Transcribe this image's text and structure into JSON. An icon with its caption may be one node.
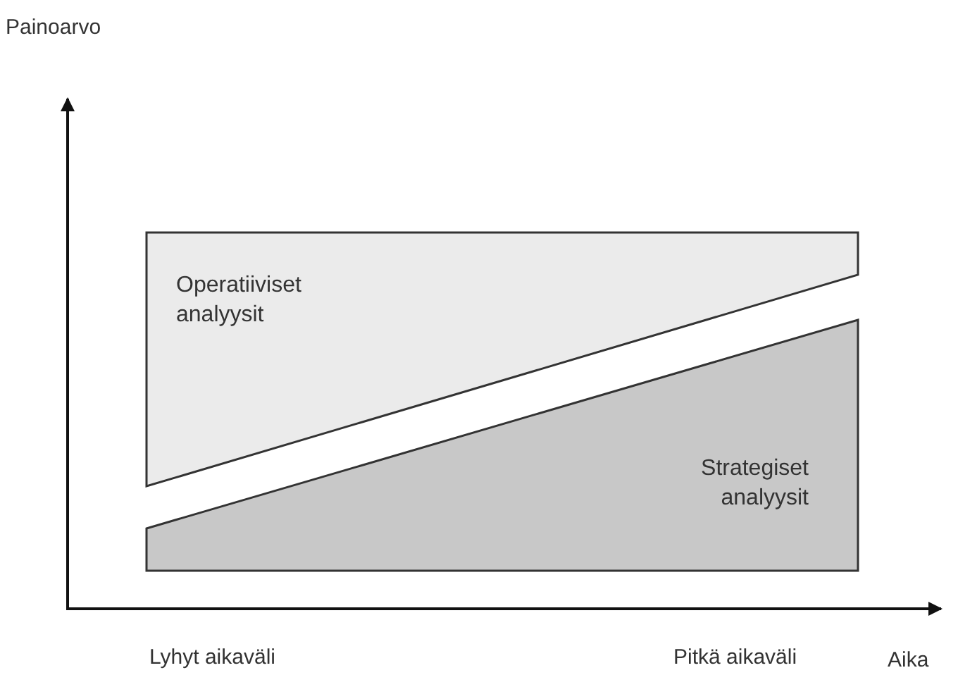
{
  "diagram": {
    "nodes": [
      {
        "text": [
          "Operatiiviset analyysit"
        ]
      },
      {
        "text": [
          "Strategiset analyysit"
        ]
      }
    ],
    "labels": [
      "Painoarvo",
      "Lyhyt aikaväli",
      "Pitkä aikaväli",
      "Aika"
    ]
  }
}
